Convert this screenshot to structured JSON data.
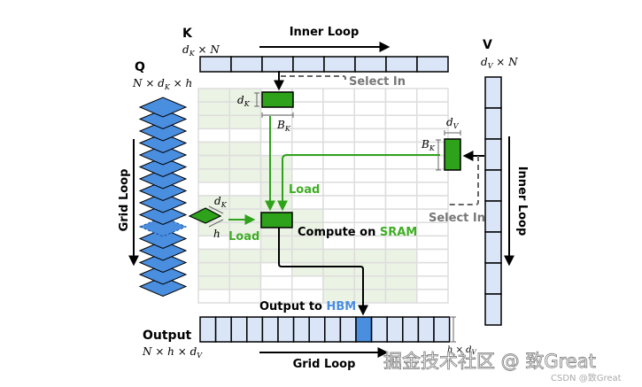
{
  "labels": {
    "k_title": "K",
    "k_dims": "d_K × N",
    "k_dims_main": "d",
    "k_dims_sub": "K",
    "k_dims_rest": " × N",
    "q_title": "Q",
    "q_dims_a": "N × d",
    "q_dims_sub": "K",
    "q_dims_b": " × h",
    "v_title": "V",
    "v_dims_main": "d",
    "v_dims_sub": "V",
    "v_dims_rest": " × N",
    "inner_loop_top": "Inner Loop",
    "inner_loop_right": "Inner Loop",
    "grid_loop_left": "Grid Loop",
    "grid_loop_bottom": "Grid Loop",
    "select_in_top": "Select In",
    "select_in_right": "Select In",
    "load_top": "Load",
    "load_left": "Load",
    "compute_prefix": "Compute on ",
    "compute_highlight": "SRAM",
    "output_to_prefix": "Output to ",
    "output_to_highlight": "HBM",
    "output_title": "Output",
    "output_dims_a": "N × h × d",
    "output_dims_sub": "V",
    "output_side_dims_main": "h × d",
    "output_side_dims_sub": "V",
    "dk_label_main": "d",
    "dk_label_sub": "K",
    "bk_label_main": "B",
    "bk_label_sub": "K",
    "dv_label_main": "d",
    "dv_label_sub": "V",
    "h_label": "h",
    "watermark": "掘金技术社区 @ 致Great",
    "watermark_small": "CSDN @致Great"
  },
  "structure": {
    "k_blocks": 8,
    "v_blocks": 8,
    "output_blocks": 16,
    "output_highlight_index": 10,
    "q_layers": 16,
    "q_highlight_index": 10,
    "grid_cols": 8,
    "grid_rows": 16
  },
  "colors": {
    "block_fill": "#dae6f7",
    "green": "#2ea21a",
    "green_text": "#3fae24",
    "blue": "#4a8ee0",
    "grid_line": "#dddddd",
    "grid_shade": "#ebf3e4",
    "gray_text": "#777777"
  }
}
